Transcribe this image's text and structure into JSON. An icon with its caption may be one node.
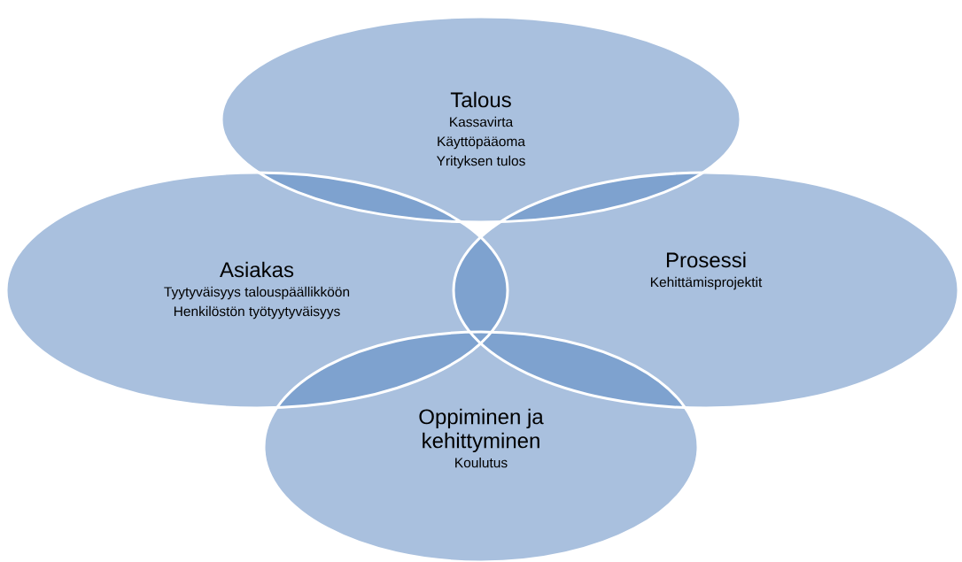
{
  "diagram": {
    "nodes": [
      {
        "text": [
          "Talous",
          "Kassavirta",
          "Käyttöpääoma",
          "Yrityksen tulos"
        ]
      },
      {
        "text": [
          "Asiakas",
          "Tyytyväisyys talouspäällikköön",
          "Henkilöstön työtyytyväisyys"
        ]
      },
      {
        "text": [
          "Prosessi",
          "Kehittämisprojektit"
        ]
      },
      {
        "text": [
          "Oppiminen ja kehittyminen",
          "Koulutus"
        ]
      }
    ]
  }
}
